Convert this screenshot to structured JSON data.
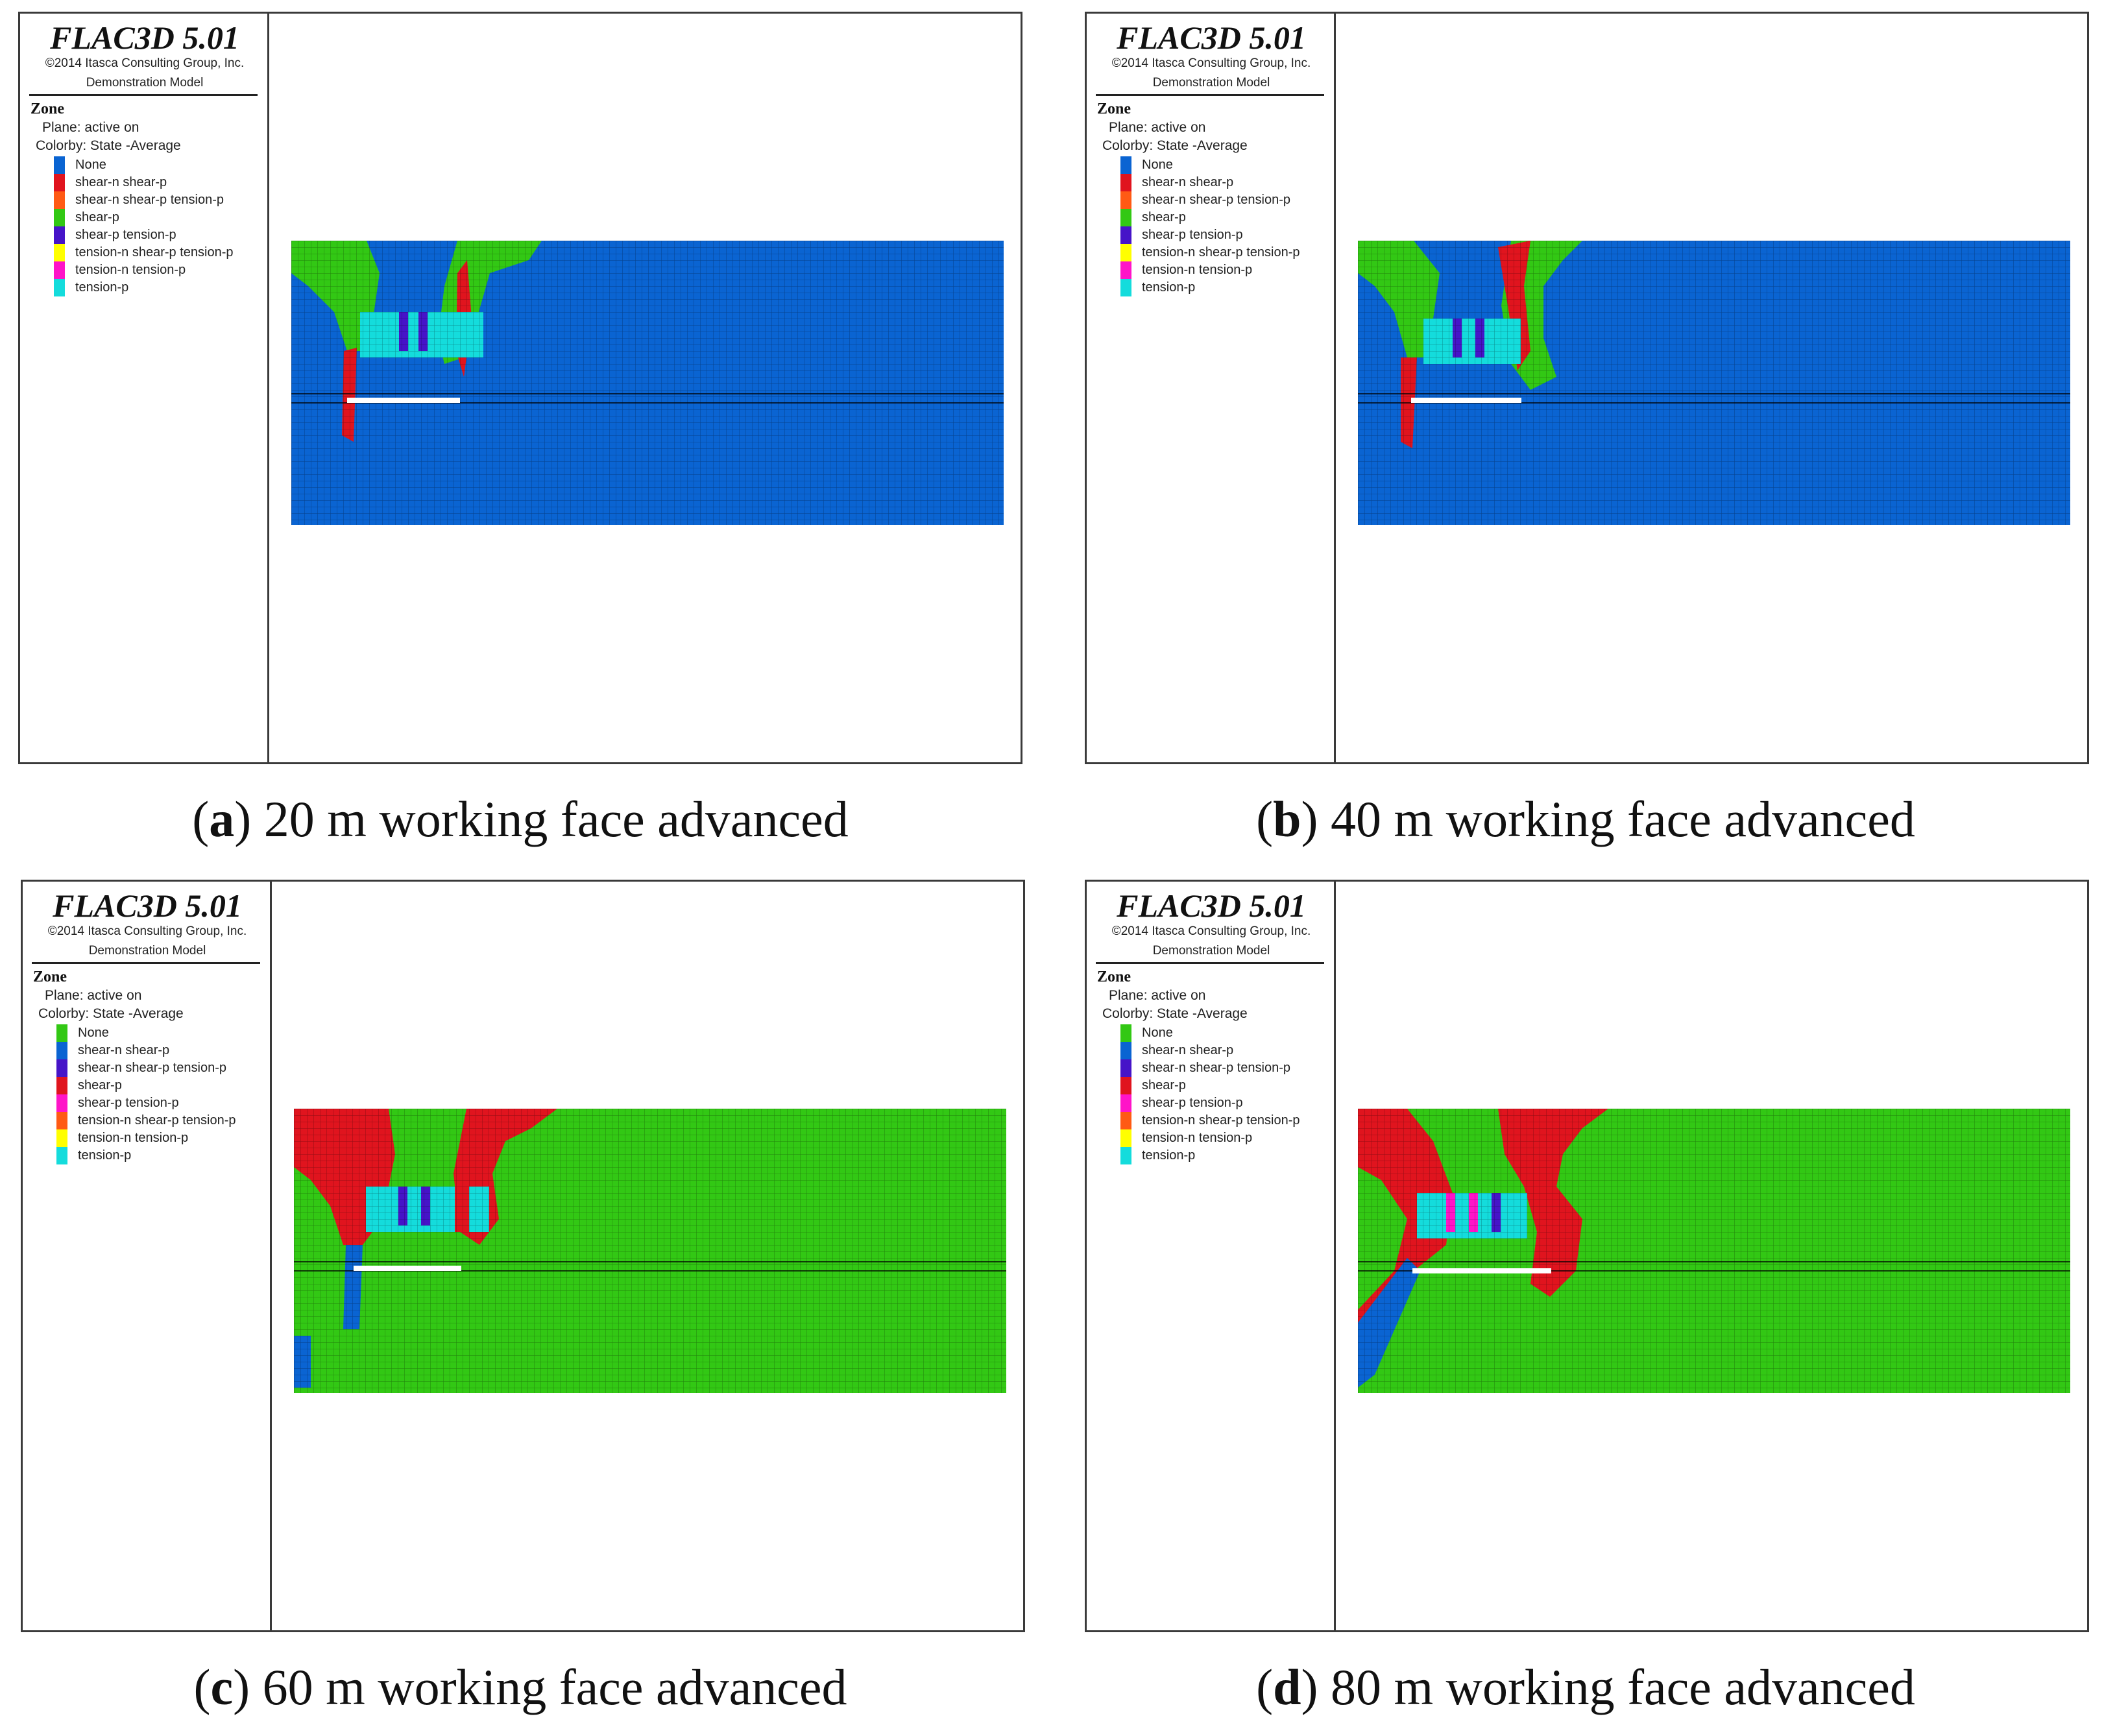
{
  "app_title": "FLAC3D 5.01",
  "copyright": "©2014 Itasca Consulting Group, Inc.",
  "model_name": "Demonstration Model",
  "zone_header": "Zone",
  "plane_text": "Plane: active on",
  "colorby_text": "Colorby: State -Average",
  "legend_labels": [
    "None",
    "shear-n shear-p",
    "shear-n shear-p tension-p",
    "shear-p",
    "shear-p tension-p",
    "tension-n shear-p tension-p",
    "tension-n tension-p",
    "tension-p"
  ],
  "colors": {
    "blue": "#0a64d2",
    "red": "#e0141e",
    "orange": "#ff5a14",
    "green": "#32c814",
    "purple": "#4614c8",
    "yellow": "#ffff00",
    "magenta": "#ff14c8",
    "cyan": "#14dcdc"
  },
  "panels": [
    {
      "letter": "a",
      "caption": "20 m working face advanced",
      "legend_colors": [
        "#0a64d2",
        "#e0141e",
        "#ff5a14",
        "#32c814",
        "#4614c8",
        "#ffff00",
        "#ff14c8",
        "#14dcdc"
      ],
      "background_state": "None",
      "background_color": "#0a64d2",
      "primary_zone_color": "#32c814",
      "secondary_zone_color": "#e0141e"
    },
    {
      "letter": "b",
      "caption": "40 m working face advanced",
      "legend_colors": [
        "#0a64d2",
        "#e0141e",
        "#ff5a14",
        "#32c814",
        "#4614c8",
        "#ffff00",
        "#ff14c8",
        "#14dcdc"
      ],
      "background_state": "None",
      "background_color": "#0a64d2",
      "primary_zone_color": "#32c814",
      "secondary_zone_color": "#e0141e"
    },
    {
      "letter": "c",
      "caption": "60 m working face advanced",
      "legend_colors": [
        "#32c814",
        "#0a64d2",
        "#4614c8",
        "#e0141e",
        "#ff14c8",
        "#ff5a14",
        "#ffff00",
        "#14dcdc"
      ],
      "background_state": "None",
      "background_color": "#32c814",
      "primary_zone_color": "#e0141e",
      "secondary_zone_color": "#0a64d2"
    },
    {
      "letter": "d",
      "caption": "80 m working face advanced",
      "legend_colors": [
        "#32c814",
        "#0a64d2",
        "#4614c8",
        "#e0141e",
        "#ff14c8",
        "#ff5a14",
        "#ffff00",
        "#14dcdc"
      ],
      "background_state": "None",
      "background_color": "#32c814",
      "primary_zone_color": "#e0141e",
      "secondary_zone_color": "#0a64d2"
    }
  ]
}
